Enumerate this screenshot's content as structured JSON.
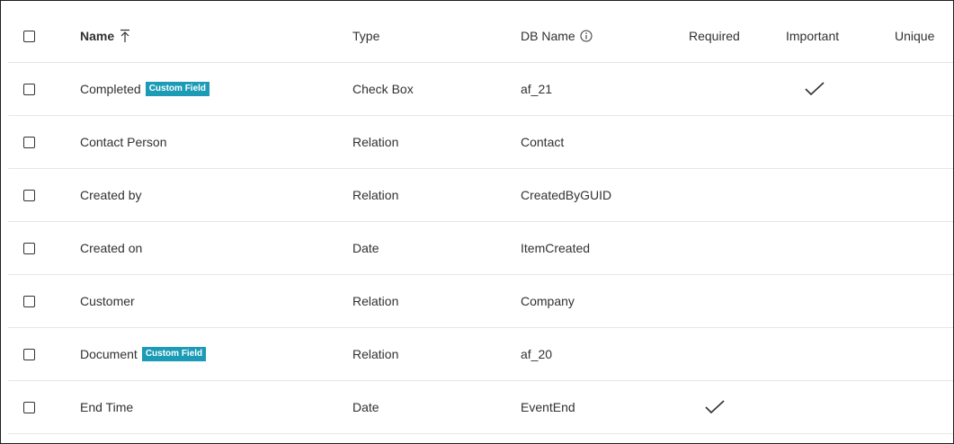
{
  "columns": {
    "name": "Name",
    "type": "Type",
    "db_name": "DB Name",
    "required": "Required",
    "important": "Important",
    "unique": "Unique"
  },
  "icons": {
    "sort": "sort-ascending-icon",
    "info": "info-icon",
    "check": "checkmark-icon"
  },
  "colors": {
    "badge_bg": "#1b9bb5",
    "border": "#e6e6e6"
  },
  "rows": [
    {
      "name": "Completed",
      "badge": "Custom Field",
      "type": "Check Box",
      "db_name": "af_21",
      "required": false,
      "important": true,
      "unique": false
    },
    {
      "name": "Contact Person",
      "badge": "",
      "type": "Relation",
      "db_name": "Contact",
      "required": false,
      "important": false,
      "unique": false
    },
    {
      "name": "Created by",
      "badge": "",
      "type": "Relation",
      "db_name": "CreatedByGUID",
      "required": false,
      "important": false,
      "unique": false
    },
    {
      "name": "Created on",
      "badge": "",
      "type": "Date",
      "db_name": "ItemCreated",
      "required": false,
      "important": false,
      "unique": false
    },
    {
      "name": "Customer",
      "badge": "",
      "type": "Relation",
      "db_name": "Company",
      "required": false,
      "important": false,
      "unique": false
    },
    {
      "name": "Document",
      "badge": "Custom Field",
      "type": "Relation",
      "db_name": "af_20",
      "required": false,
      "important": false,
      "unique": false
    },
    {
      "name": "End Time",
      "badge": "",
      "type": "Date",
      "db_name": "EventEnd",
      "required": true,
      "important": false,
      "unique": false
    }
  ]
}
